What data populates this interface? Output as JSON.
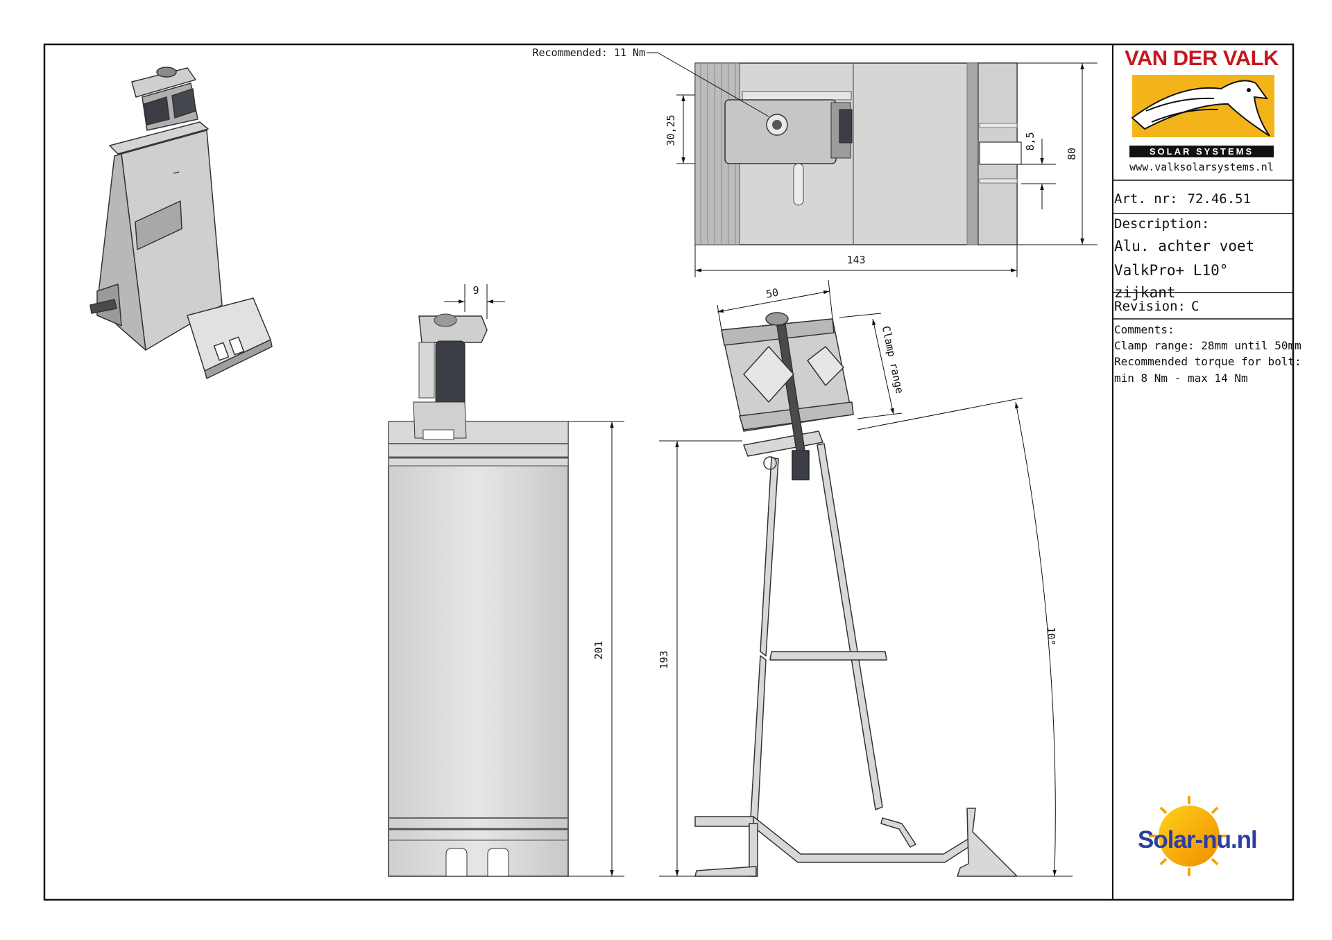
{
  "torque_callout": "Recommended: 11 Nm",
  "dimensions": {
    "top_height_partial": "30,25",
    "slot_width": "8,5",
    "top_height": "80",
    "top_width": "143",
    "side_offset": "9",
    "side_height": "201",
    "clamp_width": "50",
    "clamp_range": "Clamp range",
    "foot_height": "193",
    "angle": "10°"
  },
  "title_block": {
    "brand": "VAN DER VALK",
    "brand_sub": "SOLAR SYSTEMS",
    "website": "www.valksolarsystems.nl",
    "art_label": "Art. nr:",
    "art_value": "72.46.51",
    "description_label": "Description:",
    "description_line1": "Alu. achter voet",
    "description_line2": "ValkPro+ L10° zijkant",
    "revision_label": "Revision:",
    "revision_value": "C",
    "comments_label": "Comments:",
    "comments": [
      "Clamp range: 28mm until 50mm",
      "Recommended torque for bolt:",
      "min 8 Nm - max 14 Nm"
    ],
    "partner_logo": "Solar-nu.nl"
  },
  "colors": {
    "brand_red": "#c7161e",
    "brand_yellow": "#f2b418",
    "metal_light": "#dcdcdc",
    "metal_mid": "#c4c4c4",
    "metal_dark": "#9a9a9a",
    "rubber": "#3b3e45",
    "partner_blue": "#2b3f9e"
  }
}
